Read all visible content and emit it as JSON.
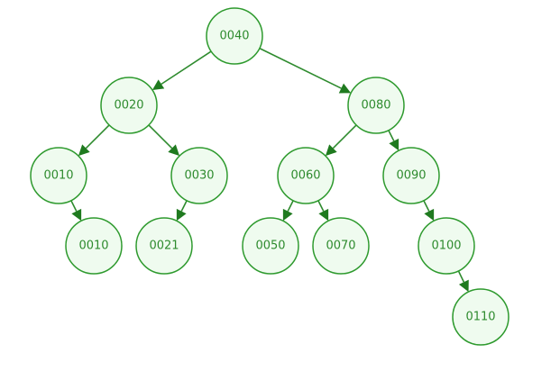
{
  "tree": {
    "colors": {
      "node_fill": "#effbef",
      "node_stroke": "#2e9a2e",
      "edge": "#2e8b2e",
      "arrow": "#1f7a1f",
      "label": "#2e8b2e"
    },
    "nodes": [
      {
        "id": "n0040",
        "label": "0040"
      },
      {
        "id": "n0020",
        "label": "0020"
      },
      {
        "id": "n0080",
        "label": "0080"
      },
      {
        "id": "n0010a",
        "label": "0010"
      },
      {
        "id": "n0030",
        "label": "0030"
      },
      {
        "id": "n0060",
        "label": "0060"
      },
      {
        "id": "n0090",
        "label": "0090"
      },
      {
        "id": "n0010b",
        "label": "0010"
      },
      {
        "id": "n0021",
        "label": "0021"
      },
      {
        "id": "n0050",
        "label": "0050"
      },
      {
        "id": "n0070",
        "label": "0070"
      },
      {
        "id": "n0100",
        "label": "0100"
      },
      {
        "id": "n0110",
        "label": "0110"
      }
    ],
    "edges": [
      {
        "from": "n0040",
        "to": "n0020"
      },
      {
        "from": "n0040",
        "to": "n0080"
      },
      {
        "from": "n0020",
        "to": "n0010a"
      },
      {
        "from": "n0020",
        "to": "n0030"
      },
      {
        "from": "n0010a",
        "to": "n0010b"
      },
      {
        "from": "n0030",
        "to": "n0021"
      },
      {
        "from": "n0080",
        "to": "n0060"
      },
      {
        "from": "n0080",
        "to": "n0090"
      },
      {
        "from": "n0060",
        "to": "n0050"
      },
      {
        "from": "n0060",
        "to": "n0070"
      },
      {
        "from": "n0090",
        "to": "n0100"
      },
      {
        "from": "n0100",
        "to": "n0110"
      }
    ]
  }
}
